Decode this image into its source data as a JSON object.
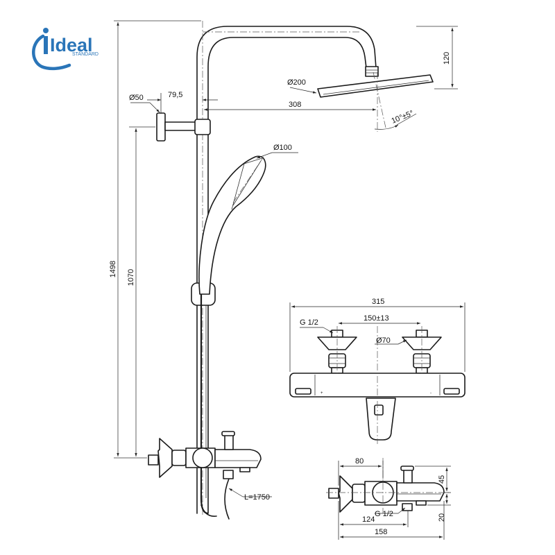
{
  "logo": {
    "brand": "Ideal",
    "sub": "STANDARD",
    "color": "#2a75b8"
  },
  "dimensions": {
    "head_height": "120",
    "head_diameter": "Ø200",
    "arm_length": "308",
    "head_tilt": "10°±5°",
    "bracket_diameter": "Ø50",
    "bracket_offset": "79,5",
    "hand_shower_diameter": "Ø100",
    "total_height": "1498",
    "mixer_to_bracket": "1070",
    "hose_length": "L=1750",
    "mixer_width": "315",
    "inlet_thread": "G 1/2",
    "inlet_spacing": "150±13",
    "escutcheon_diameter": "Ø70",
    "side_depth": "80",
    "side_outlet_height": "45",
    "side_thread": "G 1/2",
    "side_spout_reach": "124",
    "side_bottom_offset": "20",
    "side_total_depth": "158"
  }
}
